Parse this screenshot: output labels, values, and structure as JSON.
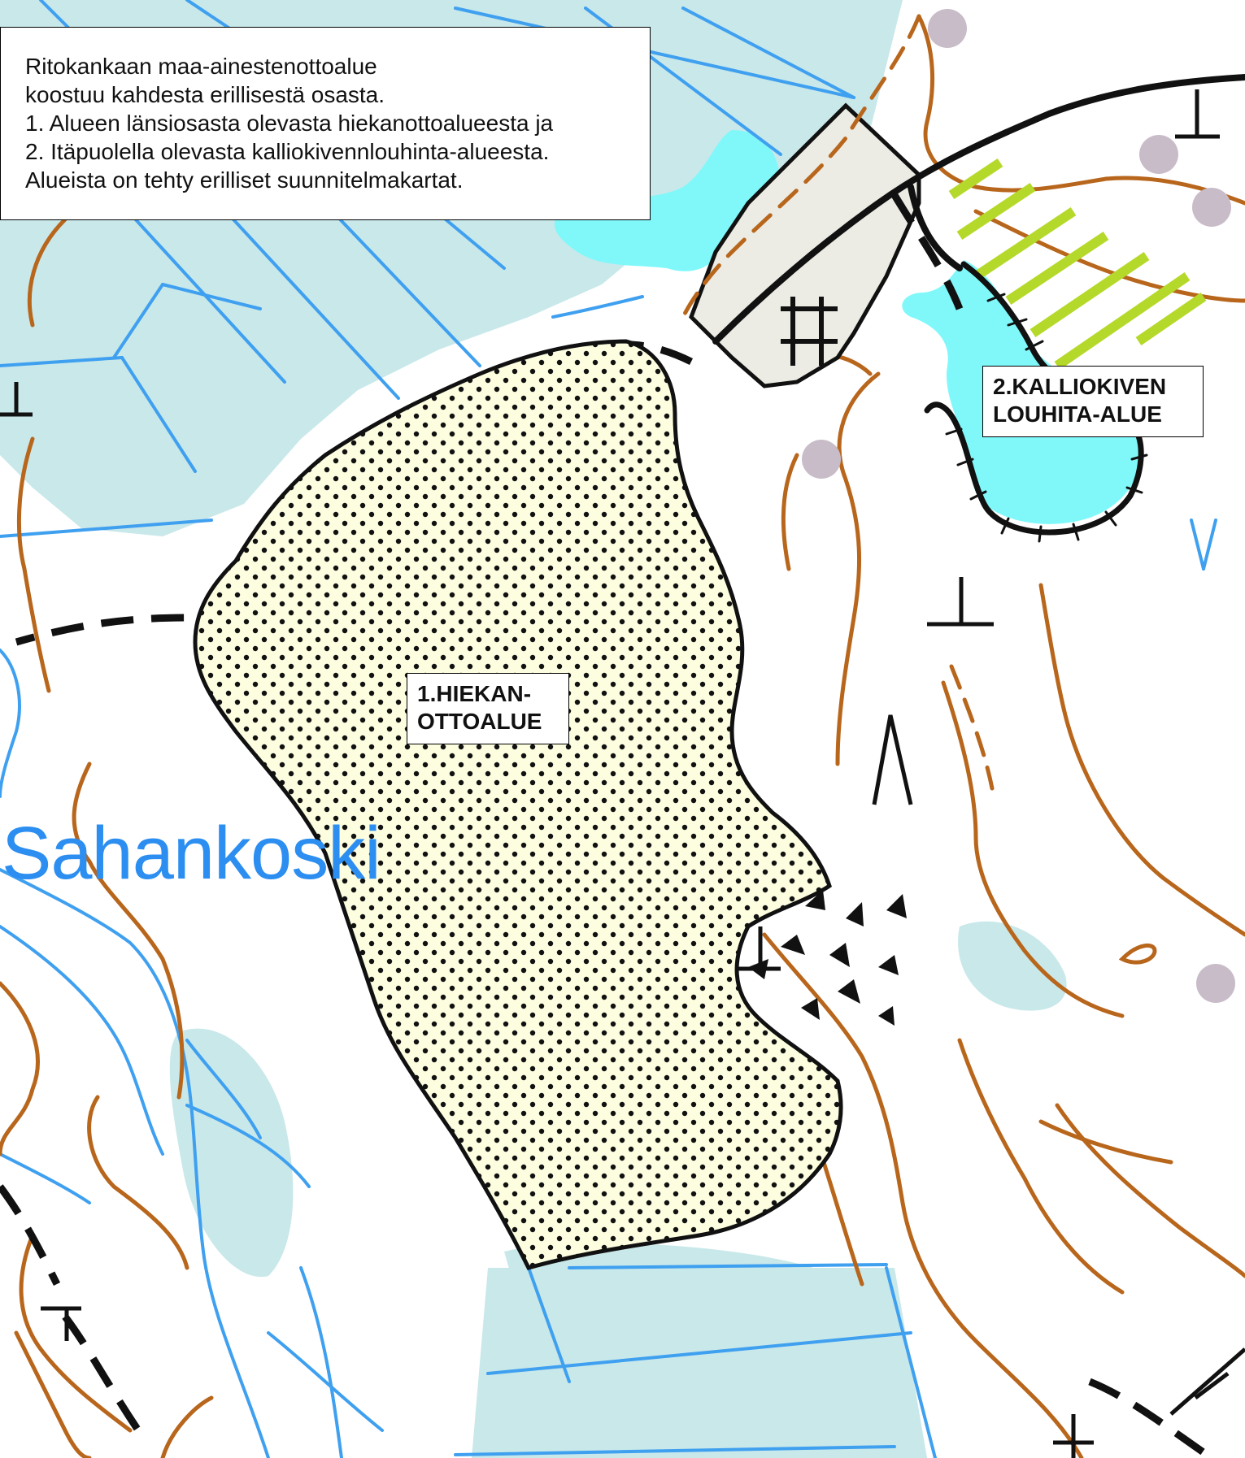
{
  "info_box": {
    "lines": [
      "Ritokankaan maa-ainestenottoalue",
      "koostuu kahdesta erillisestä osasta.",
      "1. Alueen länsiosasta olevasta hiekanottoalueesta ja",
      "2. Itäpuolella olevasta kalliokivennlouhinta-alueesta.",
      "Alueista on tehty erilliset suunnitelmakartat."
    ]
  },
  "area_labels": {
    "sand_area": {
      "line1": "1.HIEKAN-",
      "line2": "OTTOALUE"
    },
    "rock_area": {
      "line1": "2.KALLIOKIVEN",
      "line2": "LOUHITA-ALUE"
    }
  },
  "place_name": "Sahankoski",
  "colors": {
    "water": "#3fa0f0",
    "wetland": "#c9e8ea",
    "contour": "#b8661c",
    "pond": "#80f8fa",
    "sand_fill": "#fdfde0",
    "hatch": "#b5d92a",
    "gravel_pit": "#ecece4",
    "spot": "#c8bcc8"
  }
}
